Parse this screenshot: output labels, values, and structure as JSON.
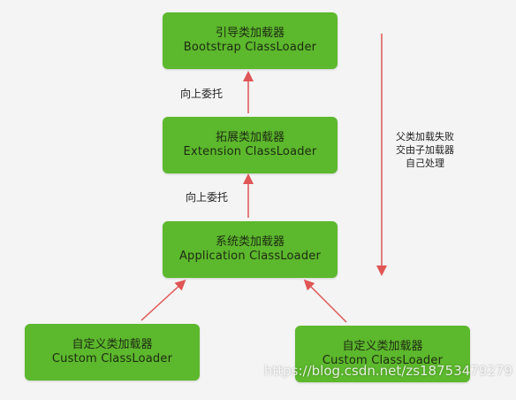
{
  "nodes": {
    "bootstrap": {
      "zh": "引导类加载器",
      "en": "Bootstrap ClassLoader"
    },
    "extension": {
      "zh": "拓展类加载器",
      "en": "Extension ClassLoader"
    },
    "application": {
      "zh": "系统类加载器",
      "en": "Application ClassLoader"
    },
    "custom_left": {
      "zh": "自定义类加载器",
      "en": "Custom ClassLoader"
    },
    "custom_right": {
      "zh": "自定义类加载器",
      "en": "Custom ClassLoader"
    }
  },
  "edges": {
    "ext_to_boot_label": "向上委托",
    "app_to_ext_label": "向上委托"
  },
  "side_note": {
    "line1": "父类加载失败",
    "line2": "交由子加载器",
    "line3": "自己处理"
  },
  "watermark": "https://blog.csdn.net/zs18753479279",
  "colors": {
    "node_fill": "#5cb82c",
    "arrow": "#e05555"
  }
}
